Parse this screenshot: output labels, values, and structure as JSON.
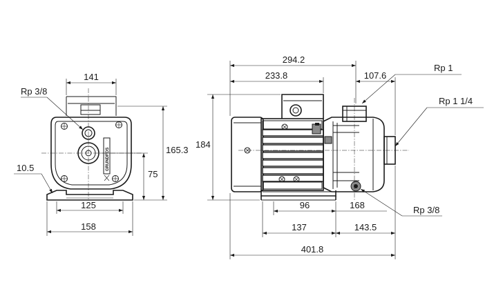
{
  "front_view": {
    "dim_top_width": "141",
    "dim_height": "165.3",
    "dim_shaft_height": "75",
    "dim_foot_offset": "10.5",
    "dim_foot_span": "125",
    "dim_base_width": "158",
    "label_drain": "Rp 3/8",
    "logo": "GRUNDFOS"
  },
  "side_view": {
    "dim_total_top": "294.2",
    "dim_motor_top": "233.8",
    "dim_outlet_offset": "107.6",
    "dim_height": "184",
    "dim_foot_mid": "96",
    "dim_pump_foot": "168",
    "dim_foot_left": "137",
    "dim_pump_end": "143.5",
    "dim_total_length": "401.8",
    "label_outlet": "Rp 1",
    "label_inlet": "Rp 1 1/4",
    "label_drain": "Rp 3/8"
  }
}
